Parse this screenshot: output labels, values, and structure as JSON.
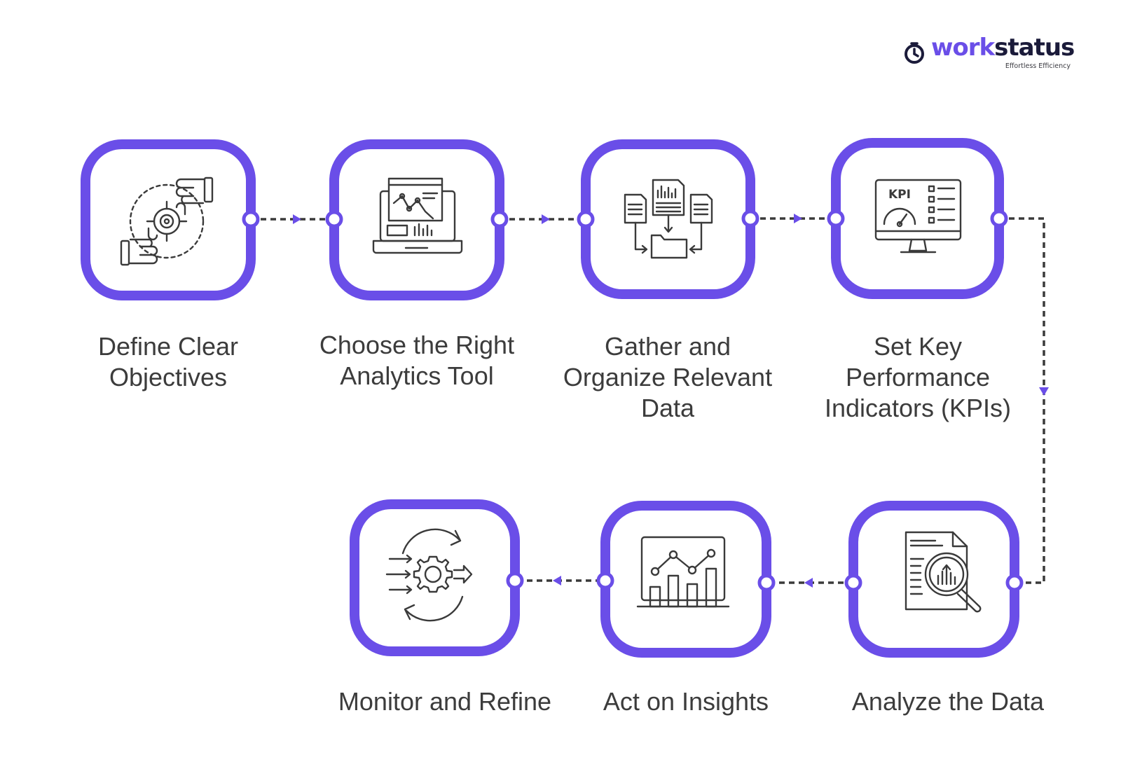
{
  "brand": {
    "name_part1": "work",
    "name_part2": "status",
    "tagline": "Effortless Efficiency",
    "color_primary": "#6a4ee8",
    "color_dark": "#1b1b3a",
    "logo_icon": "stopwatch-icon"
  },
  "theme": {
    "card_border": "#6a4ee8",
    "connector": "#3a3a3a",
    "arrow": "#6a4ee8",
    "icon_stroke": "#3a3a3a"
  },
  "steps": [
    {
      "label": "Define Clear\nObjectives",
      "icon": "target-hands-icon"
    },
    {
      "label": "Choose the Right\nAnalytics Tool",
      "icon": "laptop-analytics-icon"
    },
    {
      "label": "Gather and\nOrganize Relevant\nData",
      "icon": "documents-folder-icon"
    },
    {
      "label": "Set Key\nPerformance\nIndicators (KPIs)",
      "icon": "kpi-monitor-icon"
    },
    {
      "label": "Analyze the Data",
      "icon": "document-magnifier-icon"
    },
    {
      "label": "Act on Insights",
      "icon": "chart-board-icon"
    },
    {
      "label": "Monitor and Refine",
      "icon": "gear-cycle-icon"
    }
  ]
}
